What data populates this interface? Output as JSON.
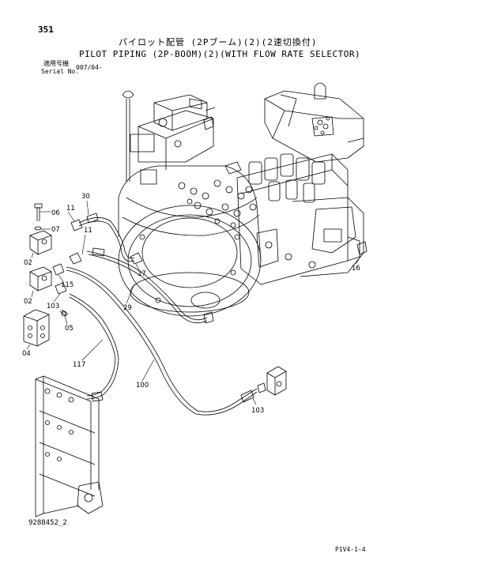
{
  "header": {
    "page_number": "351",
    "title_jp": "パイロット配管 (2Pブーム)(2)(2速切換付)",
    "title_en": "PILOT PIPING (2P-BOOM)(2)(WITH FLOW RATE SELECTOR)",
    "serial_label_jp": "適用号機",
    "serial_label_en": "Serial No.",
    "serial_value": "007/04-"
  },
  "footer": {
    "document_number": "9288452_2",
    "page_code": "P1V4-1-4"
  },
  "callouts": [
    "30",
    "06",
    "11",
    "07",
    "11",
    "02",
    "37",
    "115",
    "02",
    "103",
    "05",
    "29",
    "16",
    "04",
    "117",
    "100",
    "103"
  ]
}
